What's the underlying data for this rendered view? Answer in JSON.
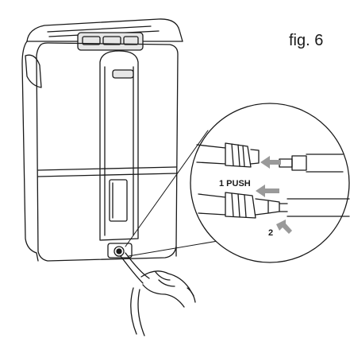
{
  "figure": {
    "label": "fig. 6",
    "steps": {
      "push": "1 PUSH",
      "pull": "2"
    }
  },
  "colors": {
    "line": "#1a1a1a",
    "arrow": "#9a9a9a",
    "panel_shade": "#e6e6e6"
  }
}
